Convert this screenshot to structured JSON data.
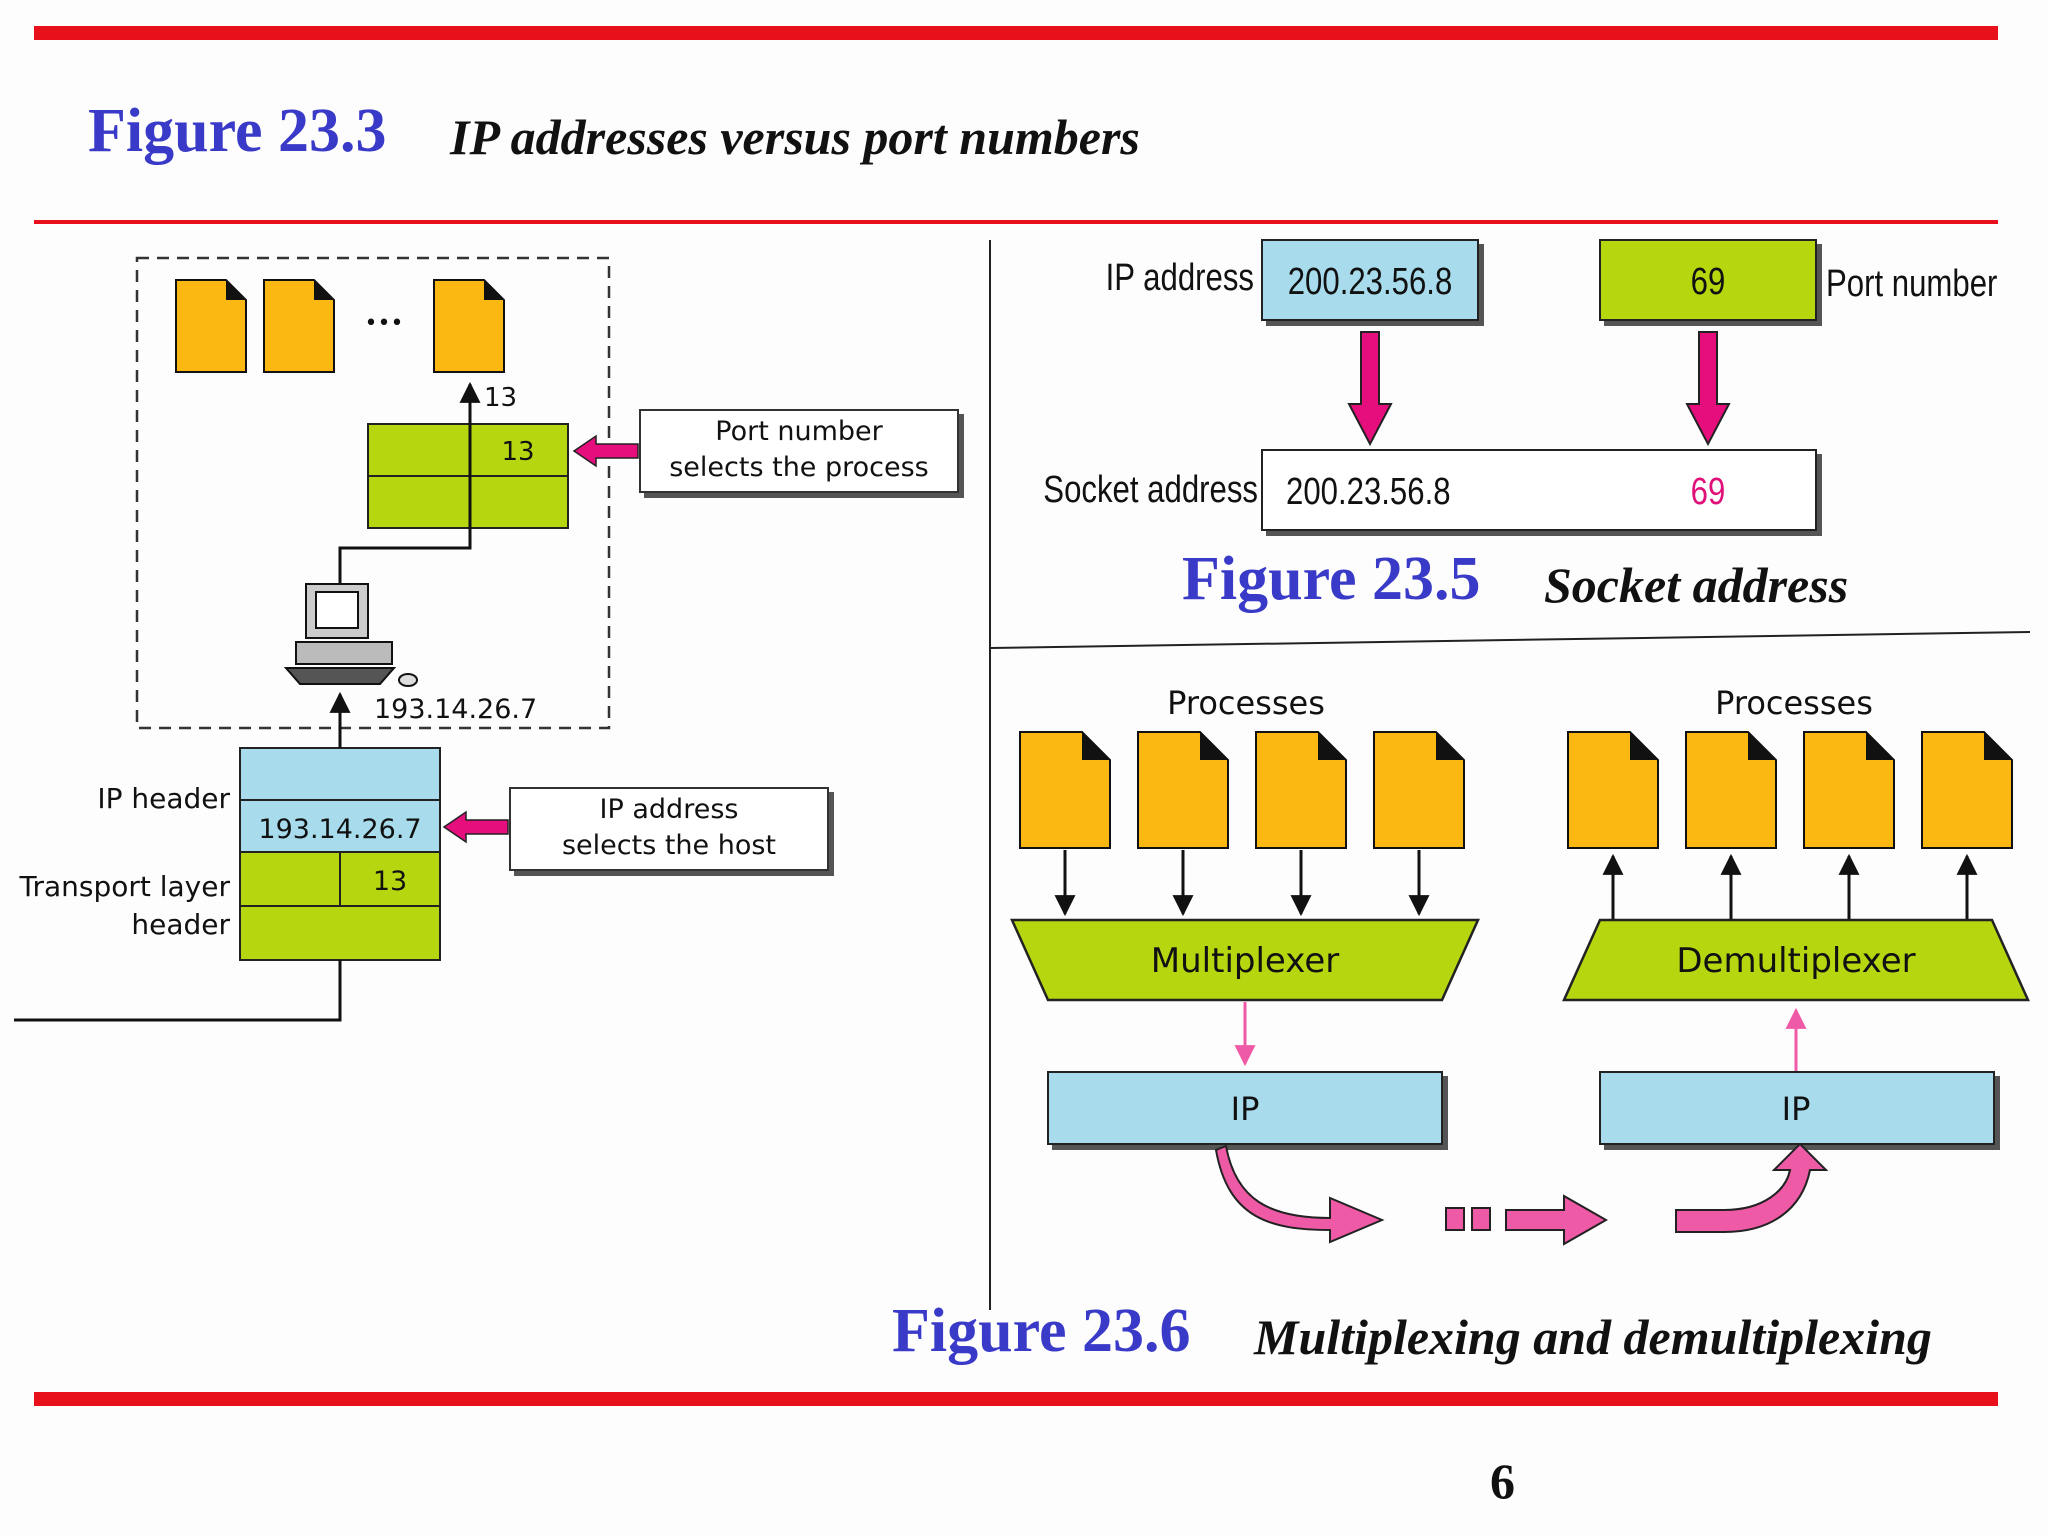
{
  "slide": {
    "title_fig_num": "Figure 23.3",
    "title_caption": "IP addresses versus port numbers",
    "page_number": "6"
  },
  "fig_23_3": {
    "port_top": "13",
    "port_box": "13",
    "port_callout_l1": "Port number",
    "port_callout_l2": "selects the process",
    "host_ip": "193.14.26.7",
    "ip_header_label": "IP header",
    "ip_value": "193.14.26.7",
    "transport_label_l1": "Transport layer",
    "transport_label_l2": "header",
    "transport_port": "13",
    "ip_callout_l1": "IP address",
    "ip_callout_l2": "selects the host",
    "ellipsis": "•••"
  },
  "fig_23_5": {
    "ip_address_label": "IP address",
    "ip_address_value": "200.23.56.8",
    "port_value": "69",
    "port_number_label": "Port number",
    "socket_label": "Socket address",
    "socket_ip": "200.23.56.8",
    "socket_port": "69",
    "fig_num": "Figure 23.5",
    "caption": "Socket address"
  },
  "fig_23_6": {
    "processes_left": "Processes",
    "processes_right": "Processes",
    "mux_label": "Multiplexer",
    "demux_label": "Demultiplexer",
    "ip_left": "IP",
    "ip_right": "IP",
    "fig_num": "Figure 23.6",
    "caption": "Multiplexing and demultiplexing"
  },
  "colors": {
    "rule_red": "#e8101a",
    "title_blue": "#3a3ac8",
    "process_orange": "#fbb813",
    "header_green": "#b6d70f",
    "ip_blue": "#a8dcec",
    "arrow_pink": "#e60d7d",
    "port_pink": "#e0107a"
  }
}
